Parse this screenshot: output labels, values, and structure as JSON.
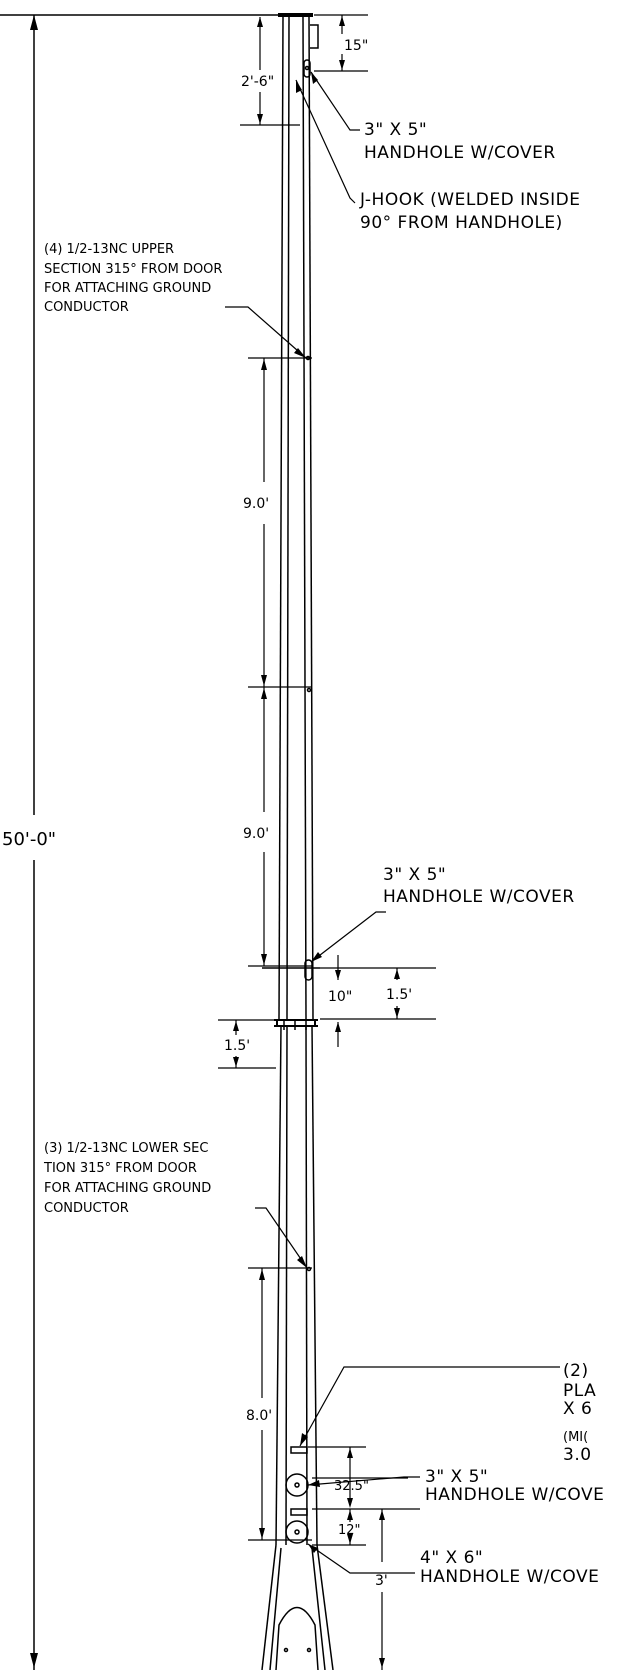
{
  "overall_height": "50'-0\"",
  "callouts": {
    "top_handhole": [
      "3\" X 5\"",
      "HANDHOLE W/COVER"
    ],
    "j_hook": [
      "J-HOOK (WELDED INSIDE",
      "90° FROM HANDHOLE)"
    ],
    "upper_ground": [
      "(4) 1/2-13NC  UPPER",
      "SECTION 315° FROM DOOR",
      "FOR ATTACHING GROUND",
      "CONDUCTOR"
    ],
    "mid_handhole": [
      "3\" X 5\"",
      "HANDHOLE W/COVER"
    ],
    "lower_ground": [
      "(3) 1/2-13NC LOWER SEC",
      "TION 315° FROM DOOR",
      "FOR ATTACHING GROUND",
      "CONDUCTOR"
    ],
    "plate_note": [
      "(2)",
      "PLA",
      "X 6",
      "(MI(",
      "3.0"
    ],
    "lower_handhole_3x5": [
      "3\" X 5\"",
      "HANDHOLE W/COVE"
    ],
    "lower_handhole_4x6": [
      "4\" X 6\"",
      "HANDHOLE W/COVE"
    ]
  },
  "dimensions": {
    "top_15in": "15\"",
    "top_2ft6": "2'-6\"",
    "upper_9a": "9.0'",
    "upper_9b": "9.0'",
    "mid_10in": "10\"",
    "mid_1_5a": "1.5'",
    "splice_1_5": "1.5'",
    "lower_8": "8.0'",
    "lower_32_5": "32.5\"",
    "lower_12": "12\"",
    "base_3": "3'"
  }
}
